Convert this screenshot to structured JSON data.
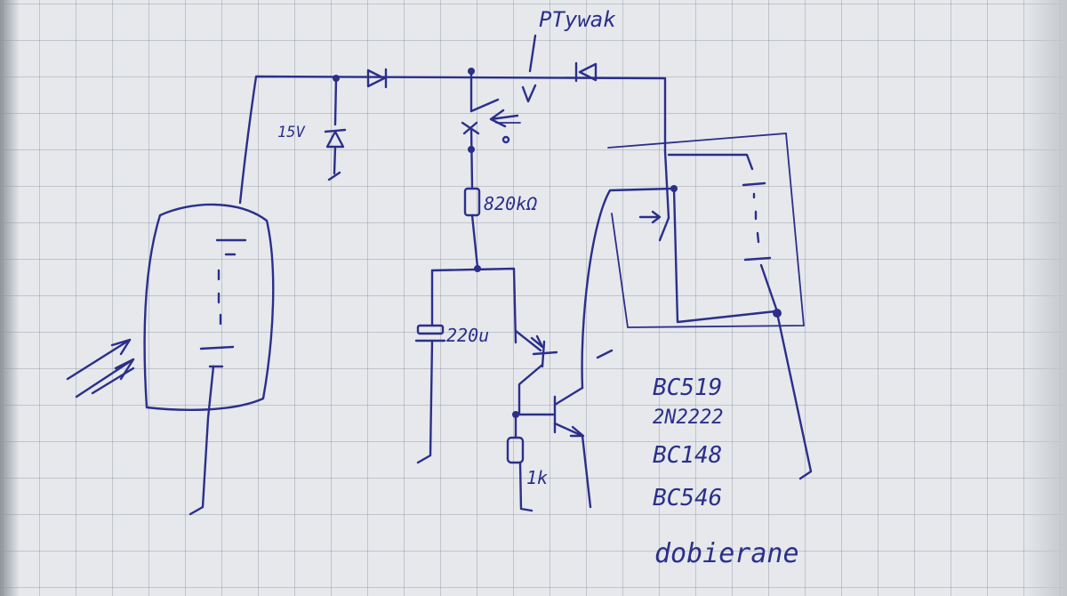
{
  "labels": {
    "float_switch": "PTywak",
    "zener_voltage": "15V",
    "resistor_main": "820kΩ",
    "capacitor": "220u",
    "resistor_emitter": "1k"
  },
  "transistor_list": [
    "BC519",
    "2N2222",
    "BC148",
    "BC546"
  ],
  "note": "dobierane",
  "ink_color": "#2b2f8a"
}
